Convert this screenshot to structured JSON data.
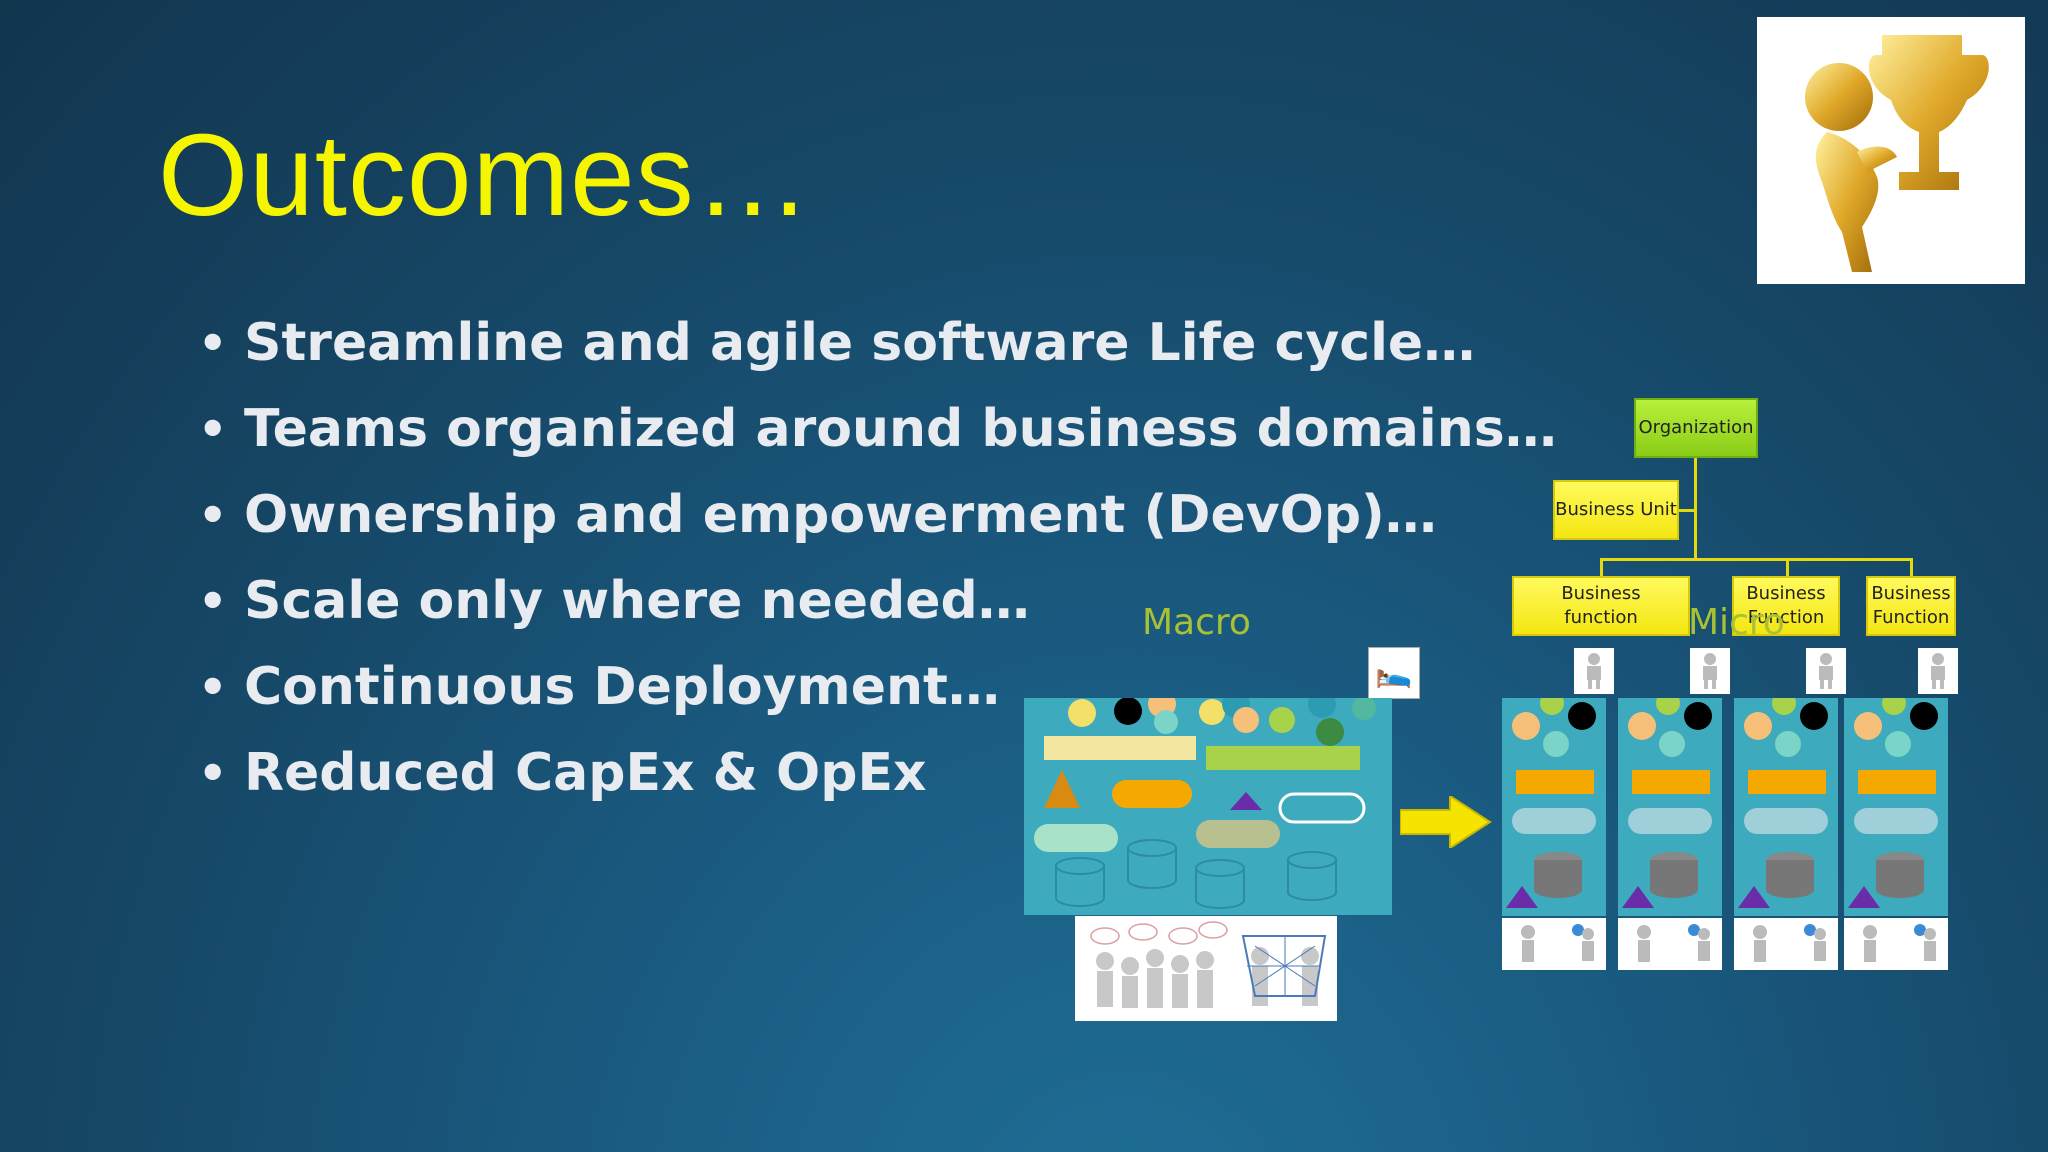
{
  "slide": {
    "title": "Outcomes…",
    "bullets": [
      "Streamline and agile software Life cycle…",
      "Teams organized around business domains…",
      "Ownership and empowerment (DevOp)…",
      "Scale only where needed…",
      "Continuous Deployment…",
      "Reduced CapEx & OpEx"
    ]
  },
  "diagram": {
    "macro_label": "Macro",
    "micro_label": "Micro",
    "org_chart": {
      "root": "Organization",
      "unit": "Business Unit",
      "functions": [
        "Business function",
        "Business Function",
        "Business Function"
      ]
    }
  },
  "colors": {
    "title": "#f5f500",
    "text": "#e8ecf0",
    "service_box": "#3eaabd",
    "label": "#a8c234"
  }
}
